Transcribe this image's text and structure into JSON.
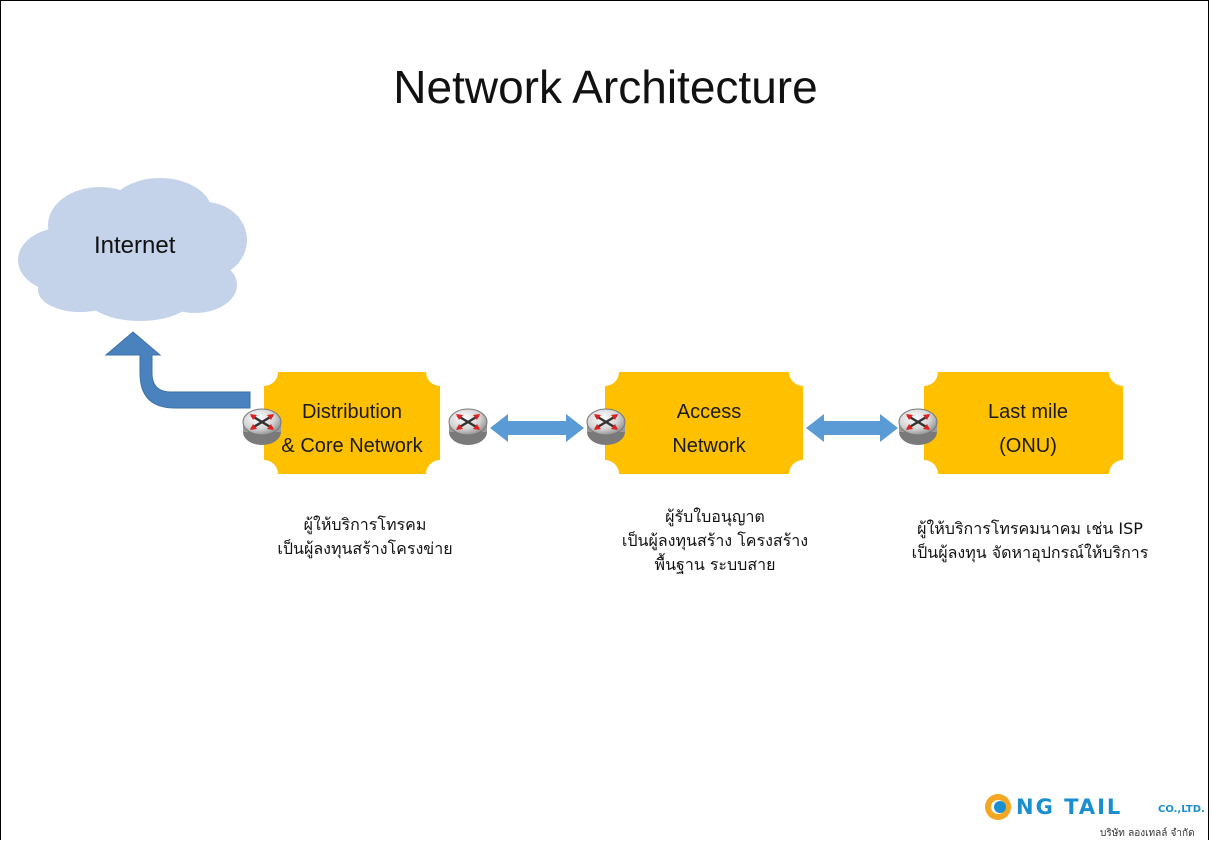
{
  "title": "Network Architecture",
  "cloud": {
    "label": "Internet"
  },
  "nodes": [
    {
      "line1": "Distribution",
      "line2": "& Core Network",
      "desc": [
        "ผู้ให้บริการโทรคม",
        "เป็นผู้ลงทุนสร้างโครงข่าย"
      ]
    },
    {
      "line1": "Access",
      "line2": "Network",
      "desc": [
        "ผู้รับใบอนุญาต",
        "เป็นผู้ลงทุนสร้าง โครงสร้าง",
        "พื้นฐาน ระบบสาย"
      ]
    },
    {
      "line1": "Last mile",
      "line2": "(ONU)",
      "desc": [
        "ผู้ให้บริการโทรคมนาคม เช่น ISP",
        "เป็นผู้ลงทุน จัดหาอุปกรณ์ให้บริการ"
      ]
    }
  ],
  "logo": {
    "main": "NG TAIL",
    "co": "CO.,LTD.",
    "sub": "บริษัท ลองเทลล์ จำกัด"
  },
  "colors": {
    "node_fill": "#FFC000",
    "arrow": "#5B9BD5",
    "up_arrow": "#4A82BE",
    "cloud": "#C5D3EA"
  },
  "icons": [
    "router-icon",
    "cloud-shape",
    "double-arrow",
    "bent-up-arrow",
    "logo-circle"
  ]
}
